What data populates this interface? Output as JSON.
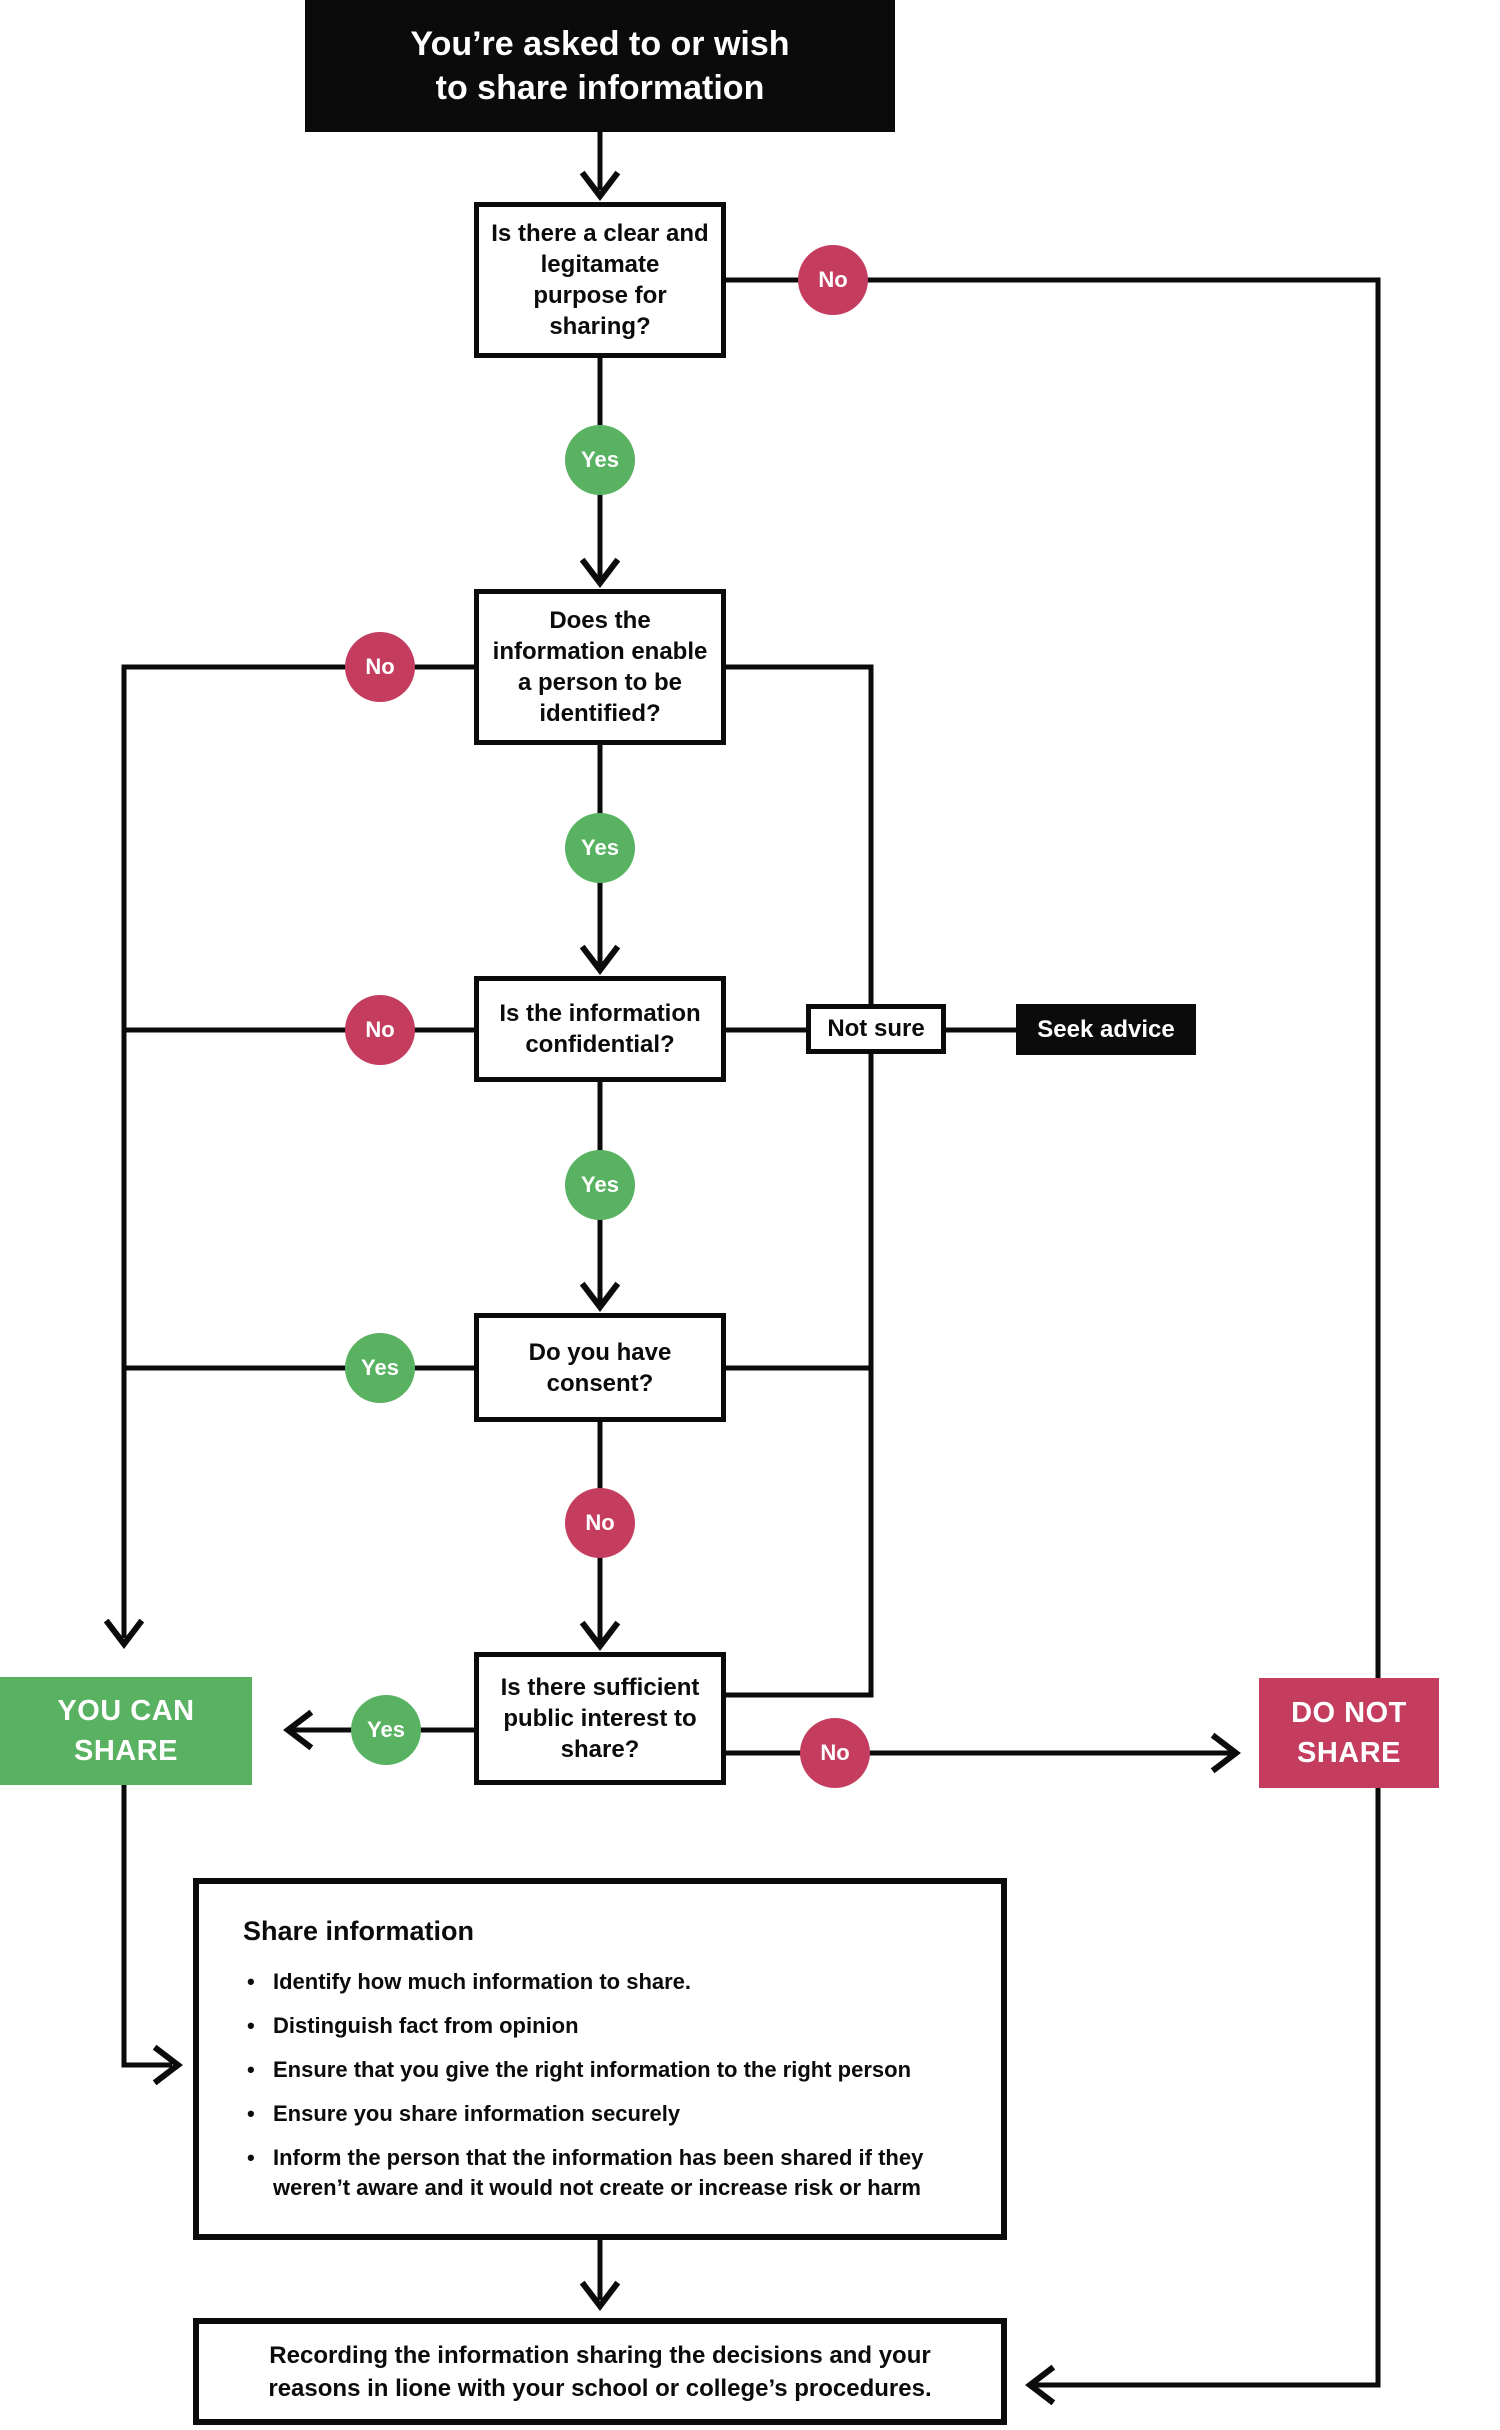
{
  "colors": {
    "green": "#58b261",
    "red": "#c43d5f",
    "black": "#0b0b0b",
    "white": "#ffffff"
  },
  "title": "You’re asked to or wish\nto share information",
  "questions": {
    "purpose": "Is there a clear and legitamate purpose for sharing?",
    "identified": "Does the information enable a person to be identified?",
    "confidential": "Is the information confidential?",
    "consent": "Do you have consent?",
    "public_interest": "Is there sufficient public interest to share?"
  },
  "labels": {
    "q1_no": "No",
    "q1_yes": "Yes",
    "q2_no": "No",
    "q2_yes": "Yes",
    "q3_no": "No",
    "q3_yes": "Yes",
    "q4_yes": "Yes",
    "q4_no": "No",
    "q5_yes": "Yes",
    "q5_no": "No",
    "not_sure": "Not sure",
    "seek_advice": "Seek advice"
  },
  "outcomes": {
    "you_can_share": "YOU CAN\nSHARE",
    "do_not_share": "DO NOT\nSHARE"
  },
  "share_information": {
    "heading": "Share information",
    "bullets": [
      "Identify how much information to share.",
      "Distinguish fact from opinion",
      "Ensure that you give the right information to the right person",
      "Ensure you share information securely",
      "Inform the person that the information has been shared if they weren’t aware and it would not create or increase risk or harm"
    ]
  },
  "recording": "Recording the information sharing the decisions and your\nreasons in lione with your school or college’s procedures."
}
